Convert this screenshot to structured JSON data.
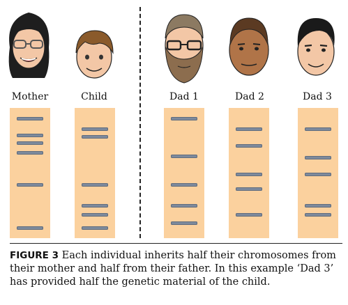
{
  "people": [
    {
      "id": "mother",
      "name": "Mother",
      "icon": "mother-face-icon",
      "bands": [
        0.08,
        0.21,
        0.27,
        0.34,
        0.59,
        0.92
      ]
    },
    {
      "id": "child",
      "name": "Child",
      "icon": "child-face-icon",
      "bands": [
        0.16,
        0.22,
        0.59,
        0.75,
        0.82,
        0.92
      ]
    },
    {
      "id": "dad1",
      "name": "Dad 1",
      "icon": "dad1-face-icon",
      "bands": [
        0.08,
        0.37,
        0.59,
        0.75,
        0.88
      ]
    },
    {
      "id": "dad2",
      "name": "Dad 2",
      "icon": "dad2-face-icon",
      "bands": [
        0.16,
        0.29,
        0.51,
        0.62,
        0.82
      ]
    },
    {
      "id": "dad3",
      "name": "Dad 3",
      "icon": "dad3-face-icon",
      "bands": [
        0.16,
        0.38,
        0.51,
        0.75,
        0.82
      ]
    }
  ],
  "colors": {
    "lane": "#fbd19e",
    "band": "#7e8a9c"
  },
  "caption": {
    "label": "FIGURE 3",
    "text": " Each individual inherits half their chromosomes from their mother and half from their father. In this example ‘Dad 3’ has provided half the genetic material of the child."
  }
}
